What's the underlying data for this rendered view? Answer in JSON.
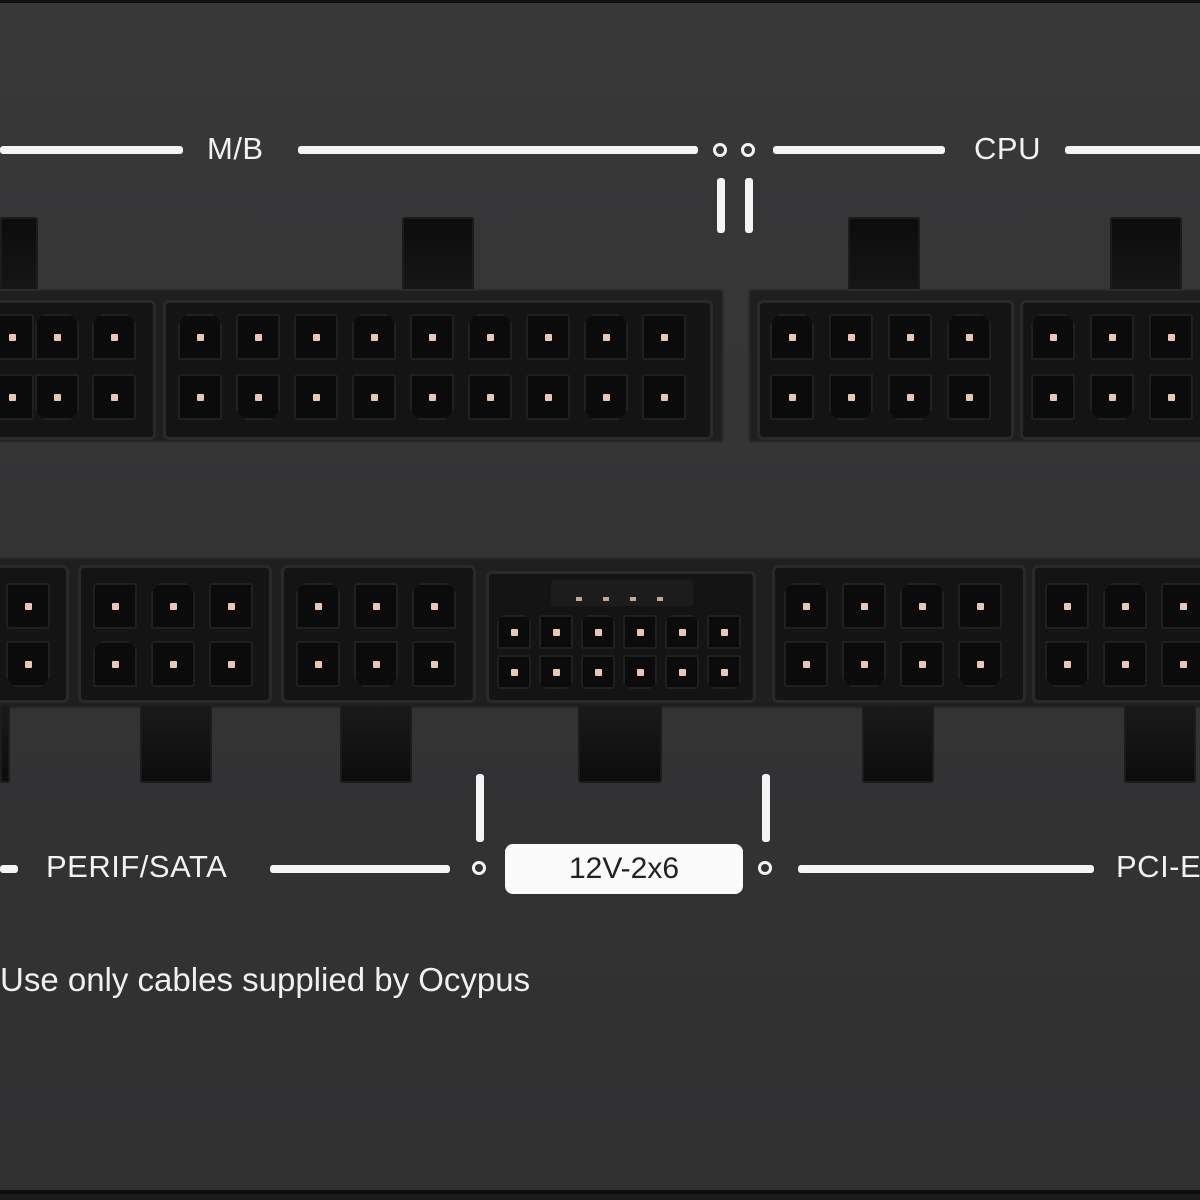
{
  "labels": {
    "mb": "M/B",
    "cpu": "CPU",
    "perif_sata": "PERIF/SATA",
    "high_power": "12V-2x6",
    "pcie": "PCI-E"
  },
  "notice": "Use only cables supplied by Ocypus",
  "colors": {
    "panel": "#363637",
    "connector": "#141414",
    "pin_contact": "#e9c7b3",
    "marking": "#f4f4f4"
  }
}
